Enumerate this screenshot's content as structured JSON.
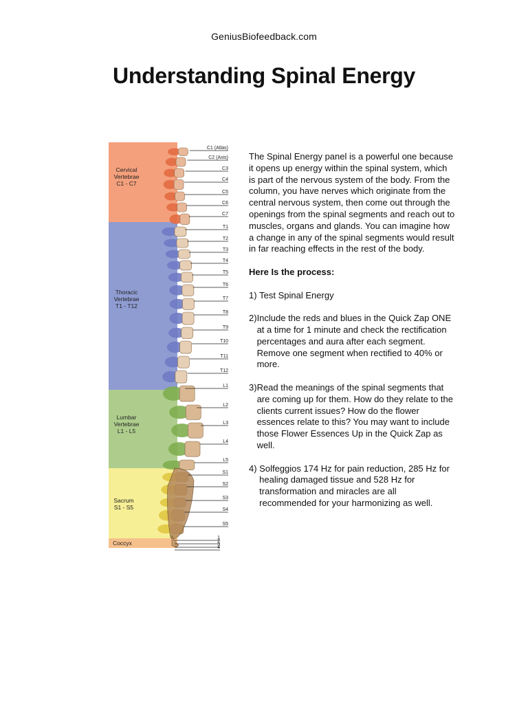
{
  "header": {
    "site": "GeniusBiofeedback.com"
  },
  "title": "Understanding Spinal Energy",
  "figure": {
    "regions": [
      {
        "lines": [
          "Cervical",
          "Vertebrae",
          "C1 - C7"
        ],
        "color": "#f4a07c"
      },
      {
        "lines": [
          "Thoracic",
          "Vertebrae",
          "T1 - T12"
        ],
        "color": "#8f9cd2"
      },
      {
        "lines": [
          "Lumbar",
          "Vertebrae",
          "L1 - L5"
        ],
        "color": "#aecd8c"
      },
      {
        "lines": [
          "Sacrum",
          "S1 - S5"
        ],
        "color": "#f7ef96"
      },
      {
        "lines": [
          "Coccyx"
        ],
        "color": "#f6c08c"
      }
    ],
    "vertebra_labels": [
      "C1 (Atlas)",
      "C2 (Axis)",
      "C3",
      "C4",
      "C5",
      "C6",
      "C7",
      "T1",
      "T2",
      "T3",
      "T4",
      "T5",
      "T6",
      "T7",
      "T8",
      "T9",
      "T10",
      "T11",
      "T12",
      "L1",
      "L2",
      "L3",
      "L4",
      "L5",
      "S1",
      "S2",
      "S3",
      "S4",
      "S5",
      "1",
      "2",
      "3",
      "4"
    ]
  },
  "body": {
    "intro": "The Spinal Energy panel is a powerful one because it opens up energy within the spinal system, which is part of the nervous system of the body. From the column, you have nerves which originate from the central nervous system, then come out through the openings from the spinal segments and reach out to muscles, organs and glands. You can imagine how a change in any of the spinal segments would result in far reaching effects in the rest of the body.",
    "process_heading": "Here Is the process:",
    "steps": [
      {
        "num": "1) ",
        "text": "Test Spinal Energy"
      },
      {
        "num": "2)",
        "text": "Include the reds and blues in the Quick Zap ONE at a time for 1 minute and check the rectification percentages and aura after each segment. Remove one segment when rectified to 40% or more."
      },
      {
        "num": "3)",
        "text": "Read the meanings of the spinal segments that are coming up for them. How do they relate to the clients current issues? How do the flower essences relate to this? You may want to include those Flower Essences Up in the Quick Zap as well."
      },
      {
        "num": "4) ",
        "text": "Solfeggios 174 Hz for pain reduction, 285 Hz for healing damaged tissue and 528 Hz for transformation and miracles are all recommended for your harmonizing as well."
      }
    ]
  }
}
